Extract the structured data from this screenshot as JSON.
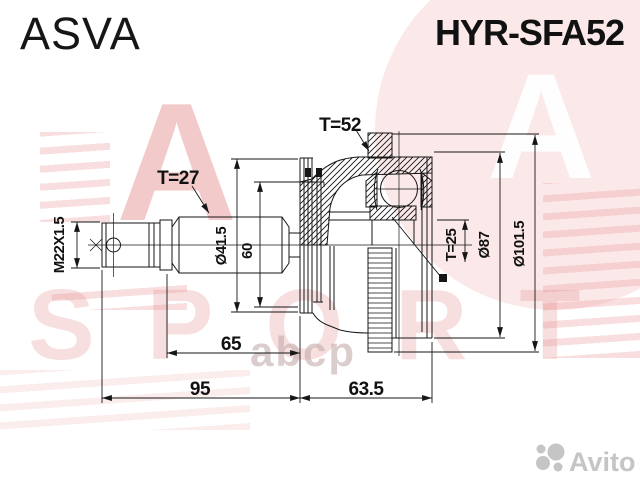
{
  "header": {
    "brand": "ASVA",
    "part_number": "HYR-SFA52"
  },
  "drawing": {
    "dimensions": {
      "thread": "M22X1.5",
      "shaft_spline_teeth": "T=27",
      "abs_ring_teeth": "T=52",
      "inner_spline_teeth": "T=25",
      "shaft_diameter": "Ø41.5",
      "boot_groove_diameter": "60",
      "housing_diameter": "Ø87",
      "abs_ring_diameter": "Ø101.5",
      "shaft_length": "65",
      "overall_left_length": "95",
      "housing_length": "63.5"
    }
  },
  "watermarks": {
    "brand_letter": "A",
    "brand_flame_letter": "A",
    "brand_word": "SPORT",
    "supplier": "abcp",
    "marketplace": "Avito"
  },
  "colors": {
    "line": "#161616",
    "watermark_pink": "#e8b0b0",
    "watermark_gray": "#c5c5c5",
    "background": "#ffffff"
  }
}
